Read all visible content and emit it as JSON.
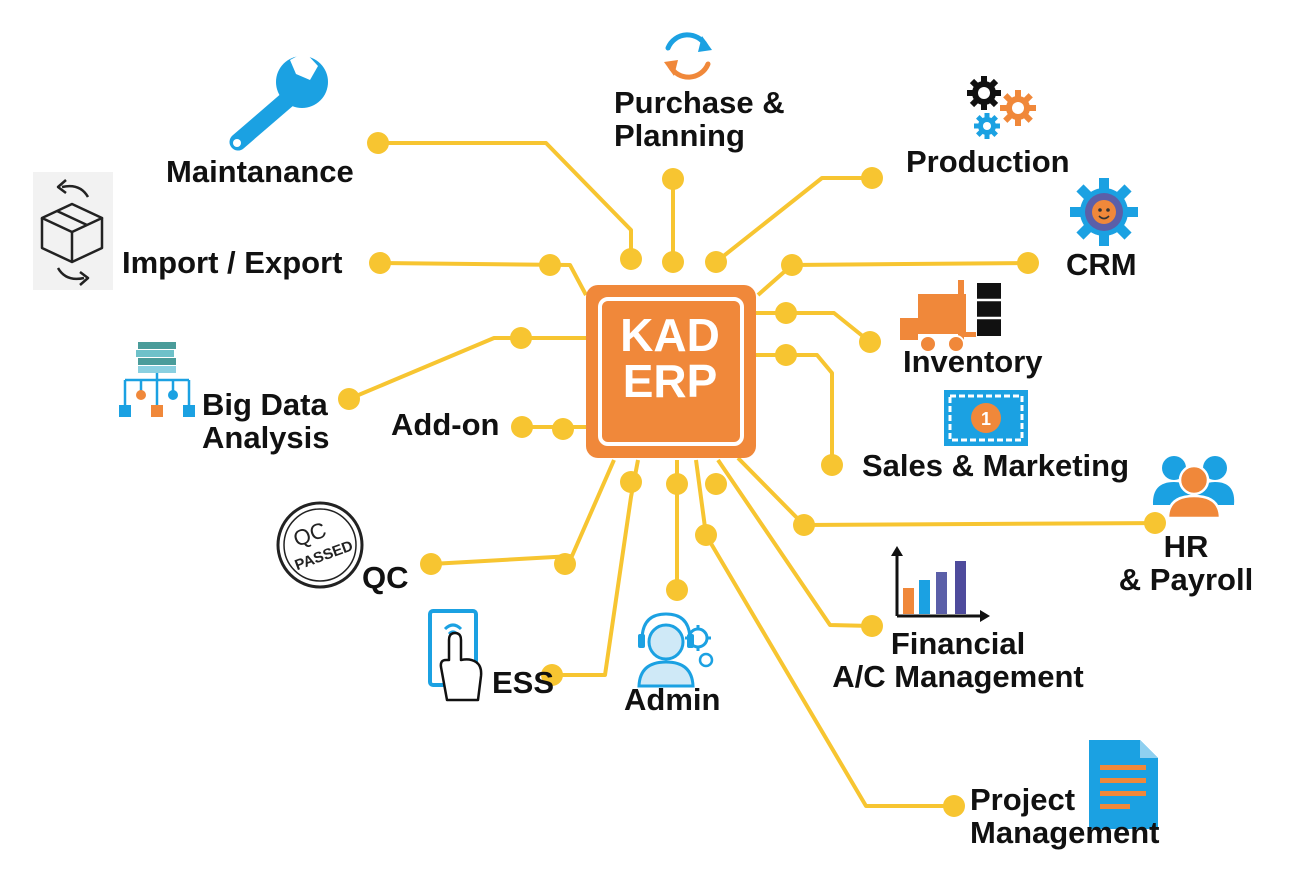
{
  "center": {
    "line1": "KAD",
    "line2": "ERP"
  },
  "modules": {
    "purchase": {
      "line1": "Purchase &",
      "line2": "Planning",
      "icon": "refresh-icon"
    },
    "maintenance": {
      "label": "Maintanance",
      "icon": "wrench-icon"
    },
    "production": {
      "label": "Production",
      "icon": "gears-icon"
    },
    "crm": {
      "label": "CRM",
      "icon": "customer-gear-icon"
    },
    "import_export": {
      "label": "Import / Export",
      "icon": "package-exchange-icon"
    },
    "inventory": {
      "label": "Inventory",
      "icon": "forklift-icon"
    },
    "big_data": {
      "line1": "Big Data",
      "line2": "Analysis",
      "icon": "data-tree-icon"
    },
    "sales": {
      "label": "Sales & Marketing",
      "icon": "banknote-icon",
      "badge": "1"
    },
    "addon": {
      "label": "Add-on"
    },
    "hr": {
      "line1": "HR",
      "line2": "& Payroll",
      "icon": "people-icon"
    },
    "qc": {
      "label": "QC",
      "icon": "qc-passed-stamp-icon",
      "stamp_top": "QC",
      "stamp_bottom": "PASSED"
    },
    "financial": {
      "line1": "Financial",
      "line2": "A/C Management",
      "icon": "bar-chart-icon"
    },
    "ess": {
      "label": "ESS",
      "icon": "touch-scan-icon"
    },
    "admin": {
      "label": "Admin",
      "icon": "admin-support-icon"
    },
    "project": {
      "line1": "Project",
      "line2": "Management",
      "icon": "document-icon"
    }
  },
  "colors": {
    "chip": "#F0883A",
    "connector": "#F7C531",
    "accent_blue": "#1BA1E2",
    "accent_orange": "#F0883A",
    "text": "#111111"
  }
}
